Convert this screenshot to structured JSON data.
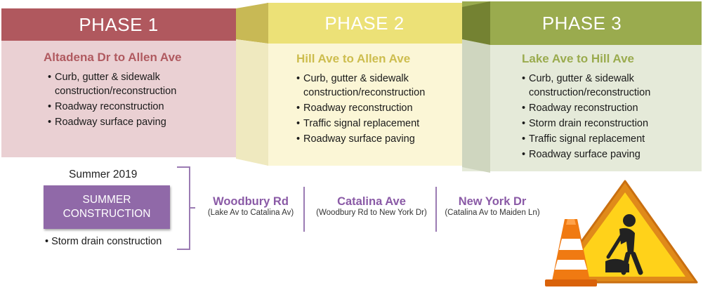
{
  "phases": [
    {
      "label": "PHASE 1",
      "title": "Altadena Dr to Allen Ave",
      "items": [
        "Curb, gutter & sidewalk construction/reconstruction",
        "Roadway reconstruction",
        "Roadway surface paving"
      ],
      "colors": {
        "header": "#b0585e",
        "body": "#ead0d3",
        "title": "#b05a60"
      }
    },
    {
      "label": "PHASE 2",
      "title": "Hill Ave to Allen Ave",
      "items": [
        "Curb, gutter & sidewalk construction/reconstruction",
        "Roadway reconstruction",
        "Traffic signal replacement",
        "Roadway surface paving"
      ],
      "colors": {
        "header": "#ece177",
        "body": "#fbf6d6",
        "title": "#cdbd4e"
      }
    },
    {
      "label": "PHASE 3",
      "title": "Lake Ave to Hill Ave",
      "items": [
        "Curb, gutter & sidewalk construction/reconstruction",
        "Roadway reconstruction",
        "Storm drain reconstruction",
        "Traffic signal replacement",
        "Roadway surface paving"
      ],
      "colors": {
        "header": "#9aab4e",
        "body": "#e5ead9",
        "title": "#9aab4e"
      }
    }
  ],
  "summer": {
    "year": "Summer 2019",
    "box_line1": "SUMMER",
    "box_line2": "CONSTRUCTION",
    "item": "Storm drain construction"
  },
  "roads": [
    {
      "name": "Woodbury Rd",
      "sub": "(Lake Av to Catalina Av)"
    },
    {
      "name": "Catalina Ave",
      "sub": "(Woodbury Rd to New York Dr)"
    },
    {
      "name": "New York Dr",
      "sub": "(Catalina Av to Maiden Ln)"
    }
  ],
  "icons": [
    "traffic-cone-icon",
    "men-at-work-sign-icon"
  ]
}
